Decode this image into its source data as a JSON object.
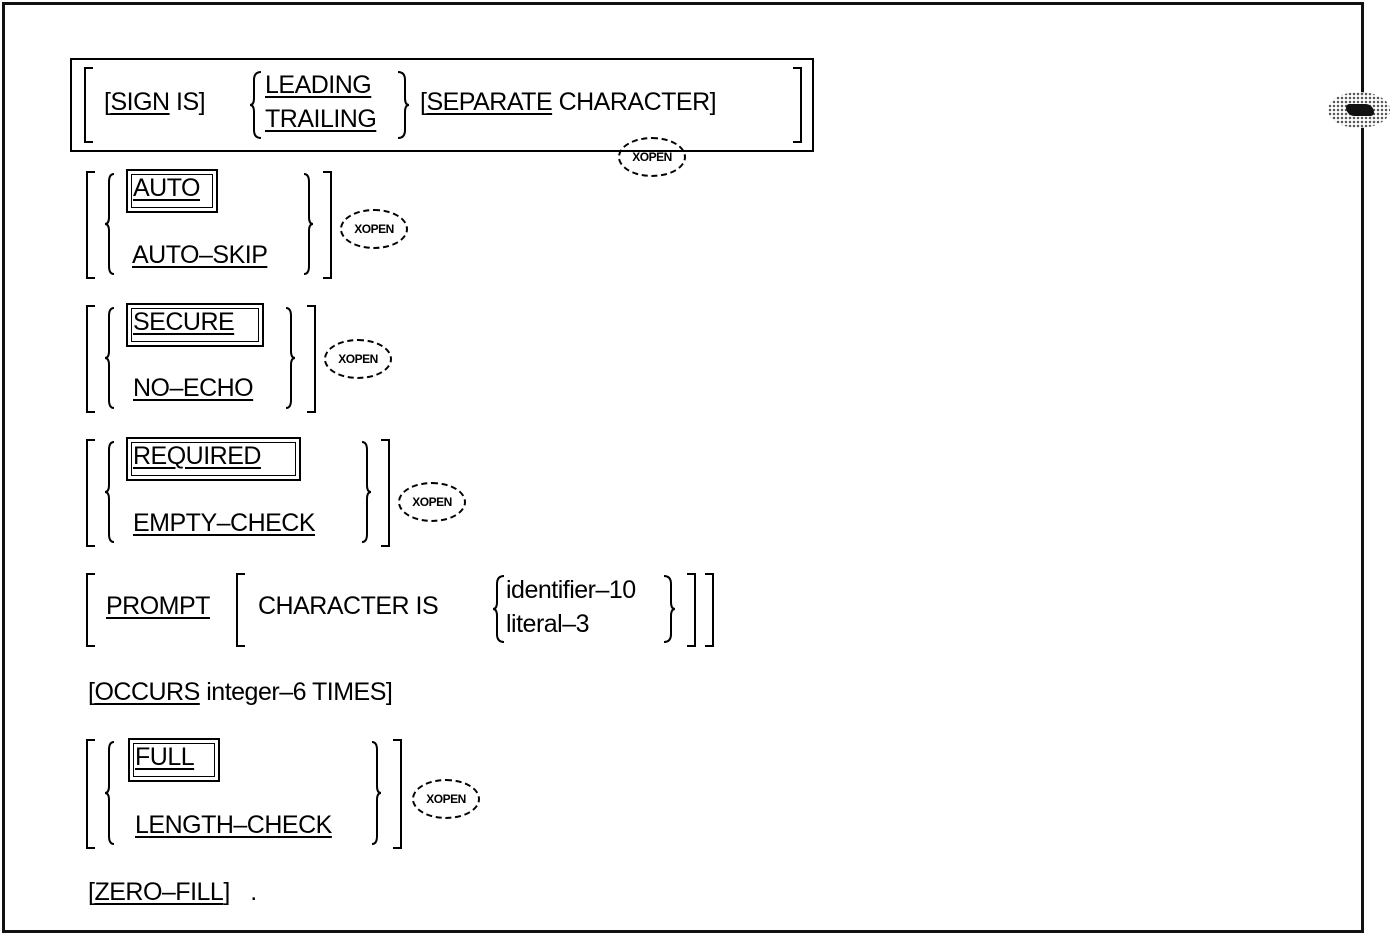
{
  "sign": {
    "sign_is_open": "[",
    "sign_kw": "SIGN",
    "sign_is": "IS]",
    "leading": "LEADING",
    "trailing": "TRAILING",
    "separate_open": "[",
    "separate_kw": "SEPARATE",
    "separate_rest": "CHARACTER]",
    "marker": "XOPEN"
  },
  "auto": {
    "default": "AUTO",
    "alt": "AUTO–SKIP",
    "marker": "XOPEN"
  },
  "secure": {
    "default": "SECURE",
    "alt": "NO–ECHO",
    "marker": "XOPEN"
  },
  "required": {
    "default": "REQUIRED",
    "alt": "EMPTY–CHECK",
    "marker": "XOPEN"
  },
  "prompt": {
    "kw": "PROMPT",
    "character_is": "CHARACTER IS",
    "identifier": "identifier–10",
    "literal": "literal–3"
  },
  "occurs": {
    "open": "[",
    "kw": "OCCURS",
    "rest": "integer–6 TIMES]"
  },
  "full": {
    "default": "FULL",
    "alt": "LENGTH–CHECK",
    "marker": "XOPEN"
  },
  "zero_fill": {
    "open": "[",
    "kw": "ZERO–FILL",
    "close": "]",
    "period": "."
  }
}
